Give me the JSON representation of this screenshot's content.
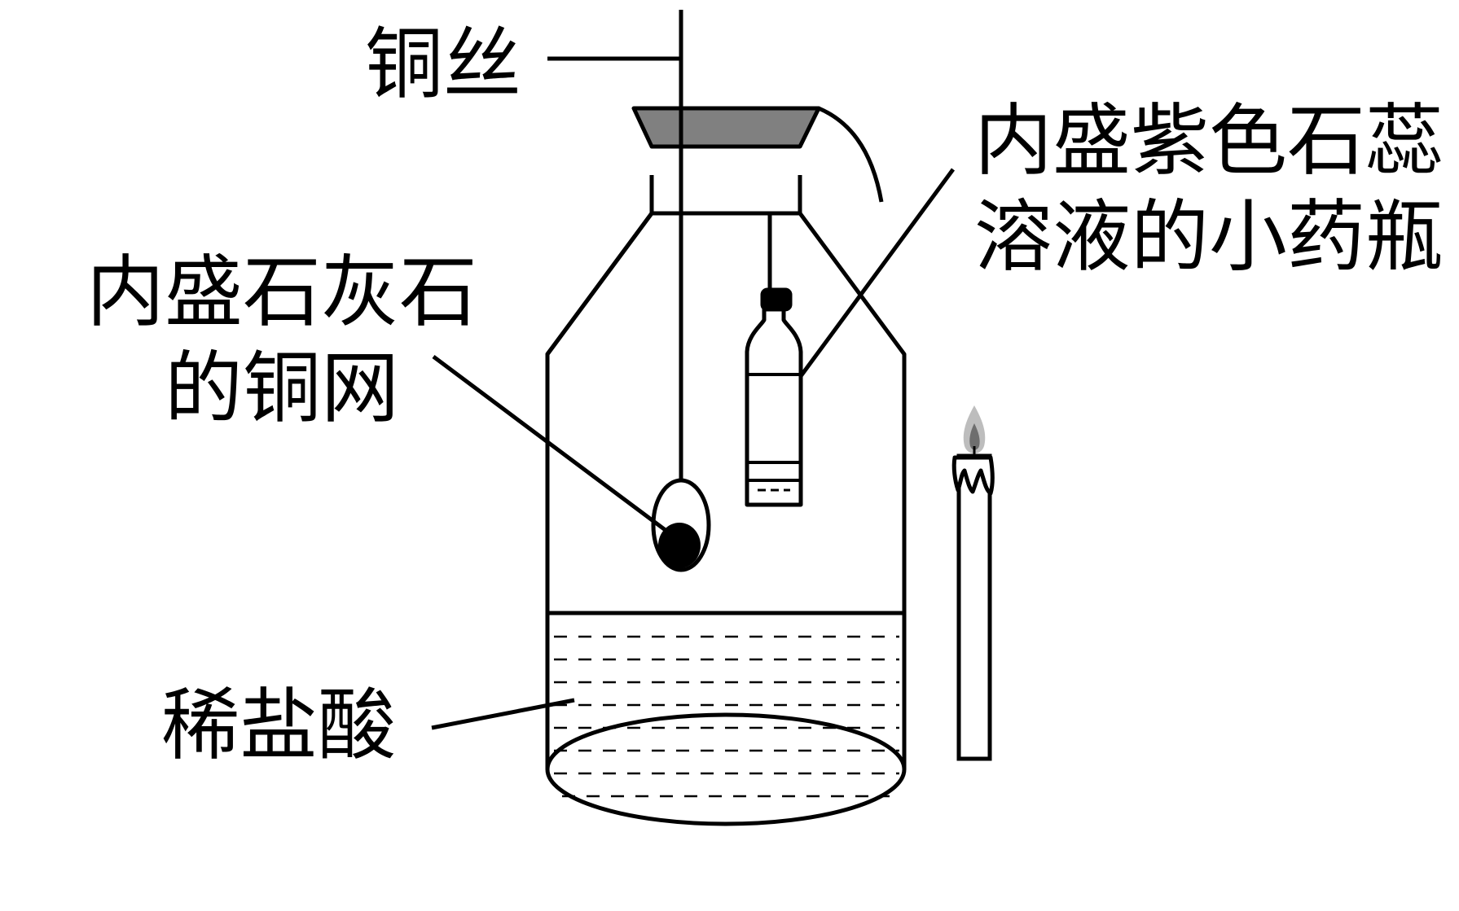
{
  "labels": {
    "copper_wire": "铜丝",
    "litmus_bottle_line1": "内盛紫色石蕊",
    "litmus_bottle_line2": "溶液的小药瓶",
    "limestone_mesh_line1": "内盛石灰石",
    "limestone_mesh_line2": "的铜网",
    "dilute_hcl": "稀盐酸"
  },
  "colors": {
    "ink": "#000000",
    "stopper": "#808080",
    "flame_outer": "#bdbdbd",
    "flame_inner": "#6e6e6e"
  }
}
